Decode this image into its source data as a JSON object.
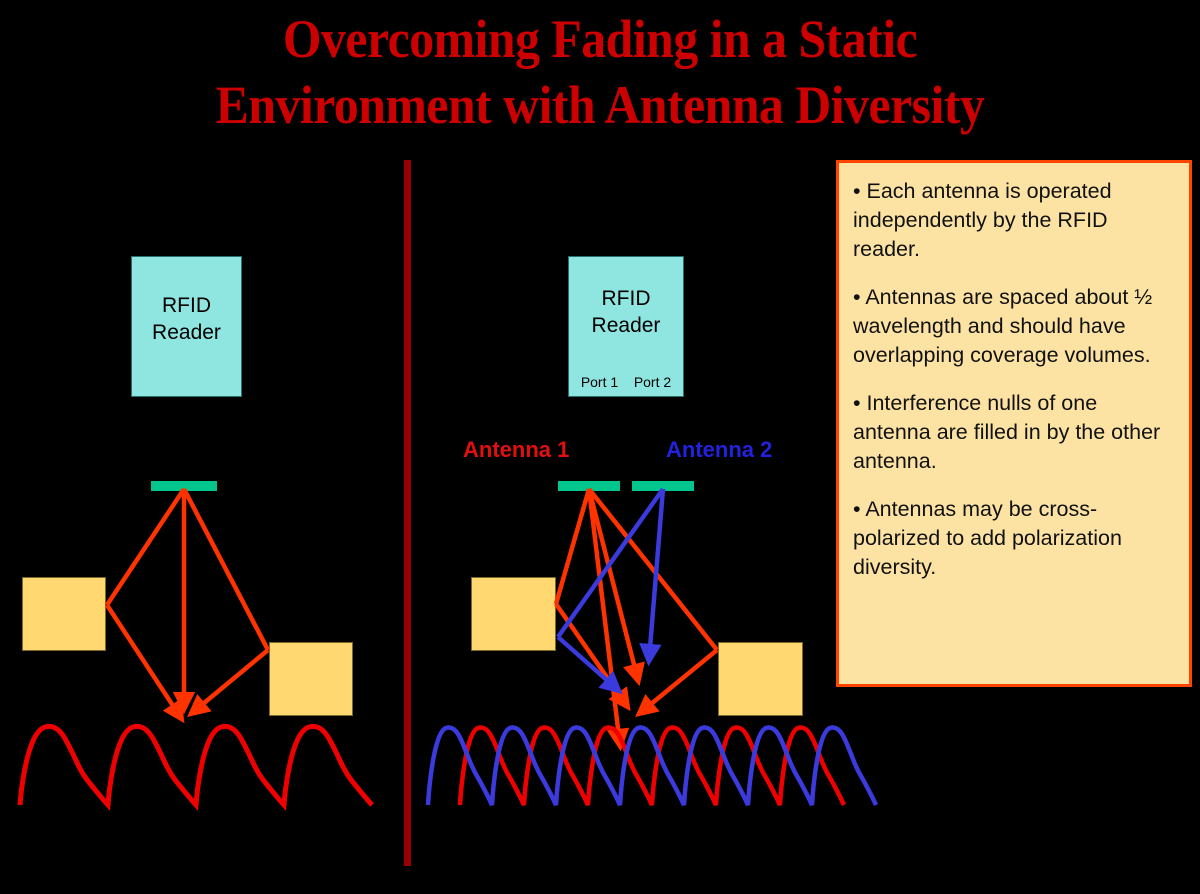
{
  "slide": {
    "title": "Overcoming Fading in a Static\nEnvironment with Antenna Diversity",
    "title_color": "#CC0000",
    "background_color": "#000000",
    "divider_color": "#990000"
  },
  "left_diagram": {
    "reader_label": "RFID\nReader",
    "reader_color": "#8FE5E0",
    "antenna_bar_color": "#00C58C",
    "obstacle_color": "#FFD872",
    "ray_color": "#FF3300",
    "wave_color": "#EE0000"
  },
  "right_diagram": {
    "reader_label": "RFID\nReader",
    "port_1_label": "Port 1",
    "port_2_label": "Port 2",
    "antenna_1_label": "Antenna 1",
    "antenna_2_label": "Antenna 2",
    "antenna_1_color": "#E01010",
    "antenna_2_color": "#2222DD",
    "reader_color": "#8FE5E0",
    "antenna_bar_color": "#00C58C",
    "obstacle_color": "#FFD872",
    "ray_1_color": "#FF3300",
    "ray_2_color": "#3A3ADD",
    "wave_1_color": "#EE0000",
    "wave_2_color": "#3A3ADD"
  },
  "notes": {
    "background_color": "#FCE3A4",
    "border_color": "#FF4500",
    "items": [
      "• Each antenna is operated independently by the RFID reader.",
      "• Antennas are spaced about ½ wavelength and should have overlapping coverage volumes.",
      "• Interference nulls of one antenna are filled in by the other antenna.",
      "• Antennas may be cross-polarized to add polarization diversity."
    ]
  }
}
